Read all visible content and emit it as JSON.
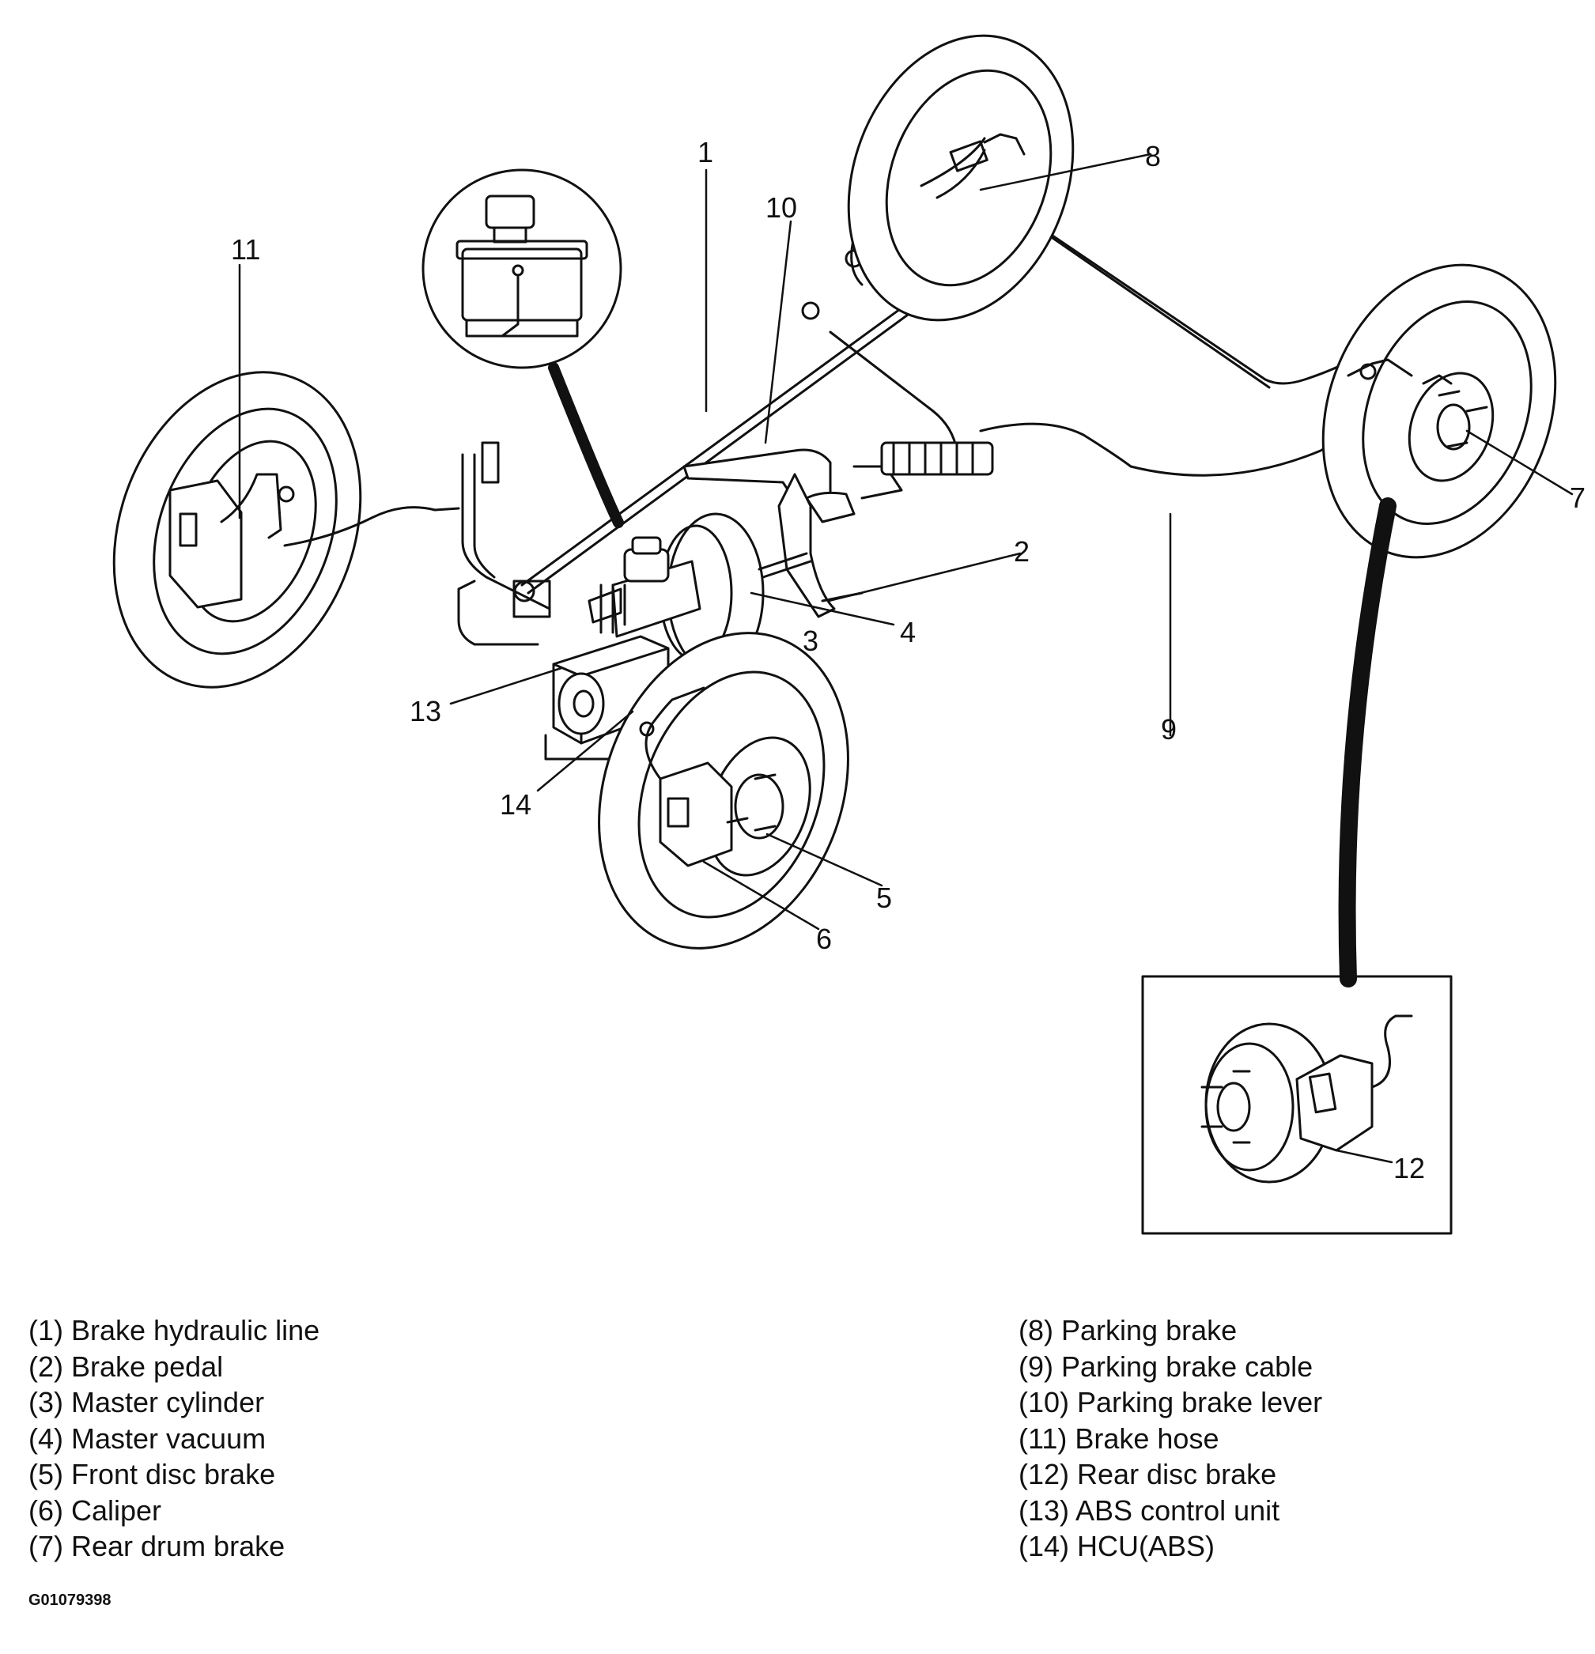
{
  "callouts": [
    "1",
    "2",
    "3",
    "4",
    "5",
    "6",
    "7",
    "8",
    "9",
    "10",
    "11",
    "12",
    "13",
    "14"
  ],
  "legend": {
    "left": [
      "(1) Brake hydraulic line",
      "(2) Brake pedal",
      "(3) Master cylinder",
      "(4) Master vacuum",
      "(5) Front disc brake",
      "(6) Caliper",
      "(7) Rear drum brake"
    ],
    "right": [
      "(8) Parking brake",
      "(9) Parking brake cable",
      "(10) Parking brake lever",
      "(11) Brake hose",
      "(12) Rear disc brake",
      "(13) ABS control unit",
      "(14) HCU(ABS)"
    ]
  },
  "figure_id": "G01079398",
  "colors": {
    "ink": "#111111",
    "paper": "#ffffff"
  }
}
